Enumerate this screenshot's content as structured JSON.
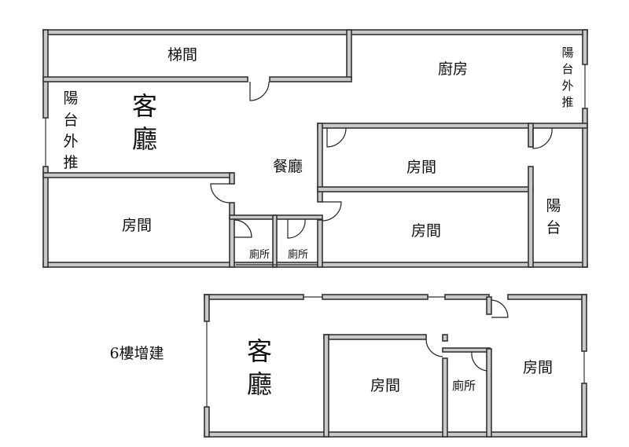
{
  "upper": {
    "stair": "梯間",
    "kitchen": "廚房",
    "balcony_ext_right": [
      "陽",
      "台",
      "外",
      "推"
    ],
    "balcony_ext_left": [
      "陽",
      "台",
      "外",
      "推"
    ],
    "living": [
      "客",
      "廳"
    ],
    "dining": "餐廳",
    "room_mid_upper": "房間",
    "room_mid_lower": "房間",
    "room_left": "房間",
    "balcony": [
      "陽",
      "台"
    ],
    "toilet_1": "廁所",
    "toilet_2": "廁所"
  },
  "lower": {
    "floor_label": "6樓增建",
    "living": [
      "客",
      "廳"
    ],
    "room_center": "房間",
    "toilet": "廁所",
    "room_right": "房間"
  }
}
